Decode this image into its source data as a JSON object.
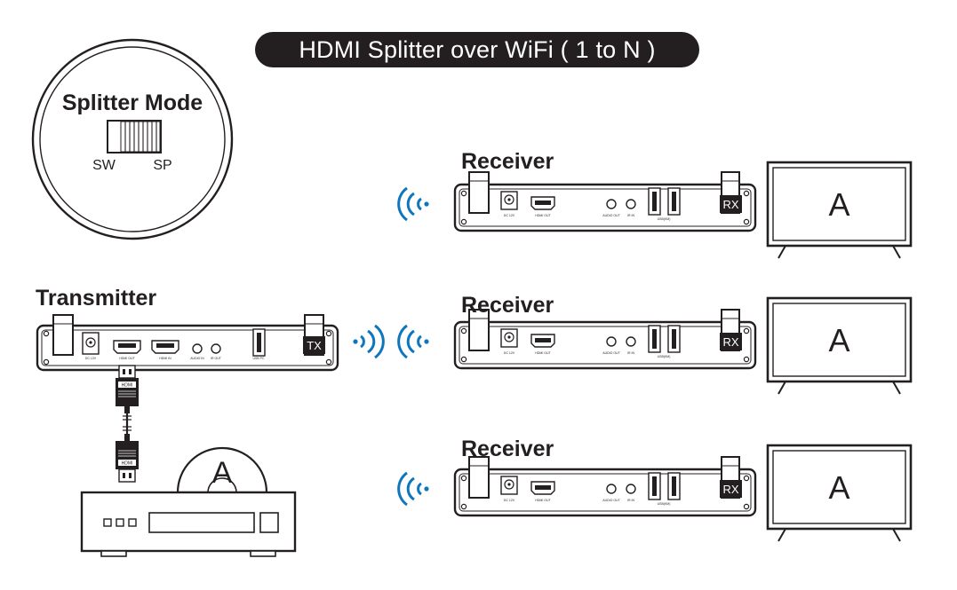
{
  "title": "HDMI Splitter over WiFi ( 1 to N )",
  "mode_dial": {
    "heading": "Splitter Mode",
    "left_label": "SW",
    "right_label": "SP"
  },
  "transmitter": {
    "label": "Transmitter",
    "badge": "TX",
    "ports": [
      "DC 12V",
      "HDMI OUT",
      "HDMI IN",
      "AUDIO IN",
      "IR OUT",
      "USB PC"
    ]
  },
  "cable": {
    "top_plug": "HDMI",
    "bottom_plug": "HDMI"
  },
  "source": {
    "disc_letter": "A"
  },
  "receivers": [
    {
      "label": "Receiver",
      "badge": "RX",
      "screen": "A",
      "ports": [
        "DC 12V",
        "HDMI OUT",
        "AUDIO OUT",
        "IR IN",
        "USB(KM)"
      ]
    },
    {
      "label": "Receiver",
      "badge": "RX",
      "screen": "A",
      "ports": [
        "DC 12V",
        "HDMI OUT",
        "AUDIO OUT",
        "IR IN",
        "USB(KM)"
      ]
    },
    {
      "label": "Receiver",
      "badge": "RX",
      "screen": "A",
      "ports": [
        "DC 12V",
        "HDMI OUT",
        "AUDIO OUT",
        "IR IN",
        "USB(KM)"
      ]
    }
  ],
  "colors": {
    "ink": "#231f20",
    "wifi": "#0e76bc"
  }
}
